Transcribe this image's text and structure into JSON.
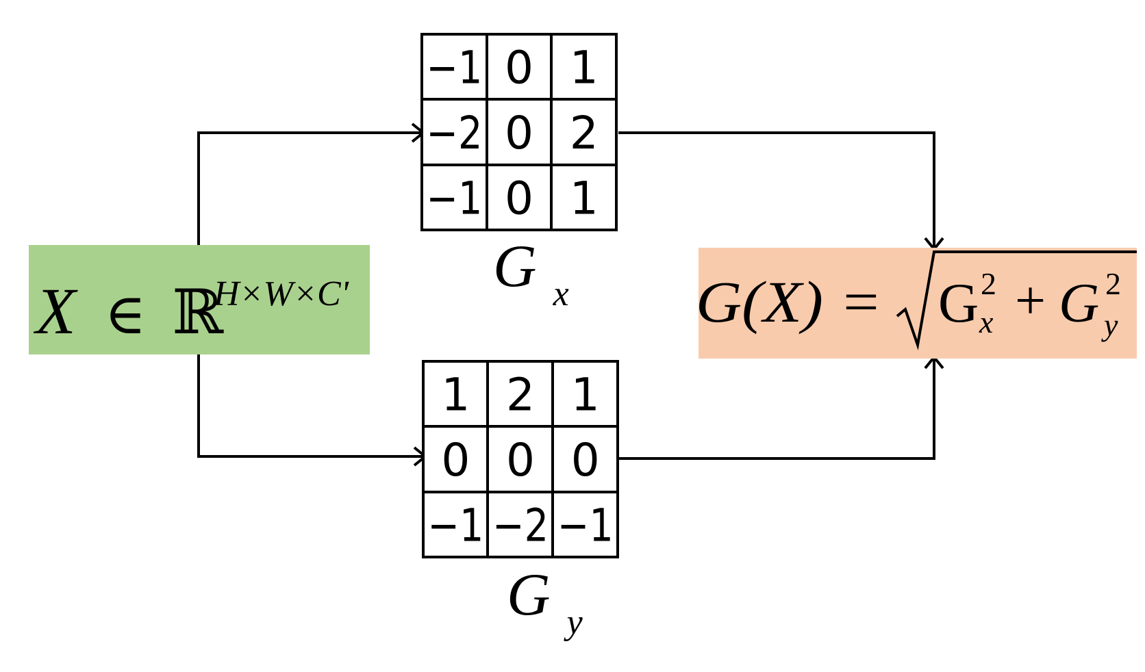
{
  "colors": {
    "input_box": "#a9d18e",
    "output_box": "#f8cbad",
    "stroke": "#000000"
  },
  "input": {
    "var": "X",
    "in": "∈",
    "set": "ℝ",
    "dims": "H×W×C'"
  },
  "kernel_gx": {
    "label_main": "G",
    "label_sub": "x",
    "rows": [
      [
        "−1",
        "0",
        "1"
      ],
      [
        "−2",
        "0",
        "2"
      ],
      [
        "−1",
        "0",
        "1"
      ]
    ]
  },
  "kernel_gy": {
    "label_main": "G",
    "label_sub": "y",
    "rows": [
      [
        "1",
        "2",
        "1"
      ],
      [
        "0",
        "0",
        "0"
      ],
      [
        "−1",
        "−2",
        "−1"
      ]
    ]
  },
  "output": {
    "lhs": "G(X) =",
    "term1": "G",
    "term1_sub": "x",
    "term1_sup": "2",
    "plus": "+",
    "term2": "G",
    "term2_sub": "y",
    "term2_sup": "2"
  }
}
